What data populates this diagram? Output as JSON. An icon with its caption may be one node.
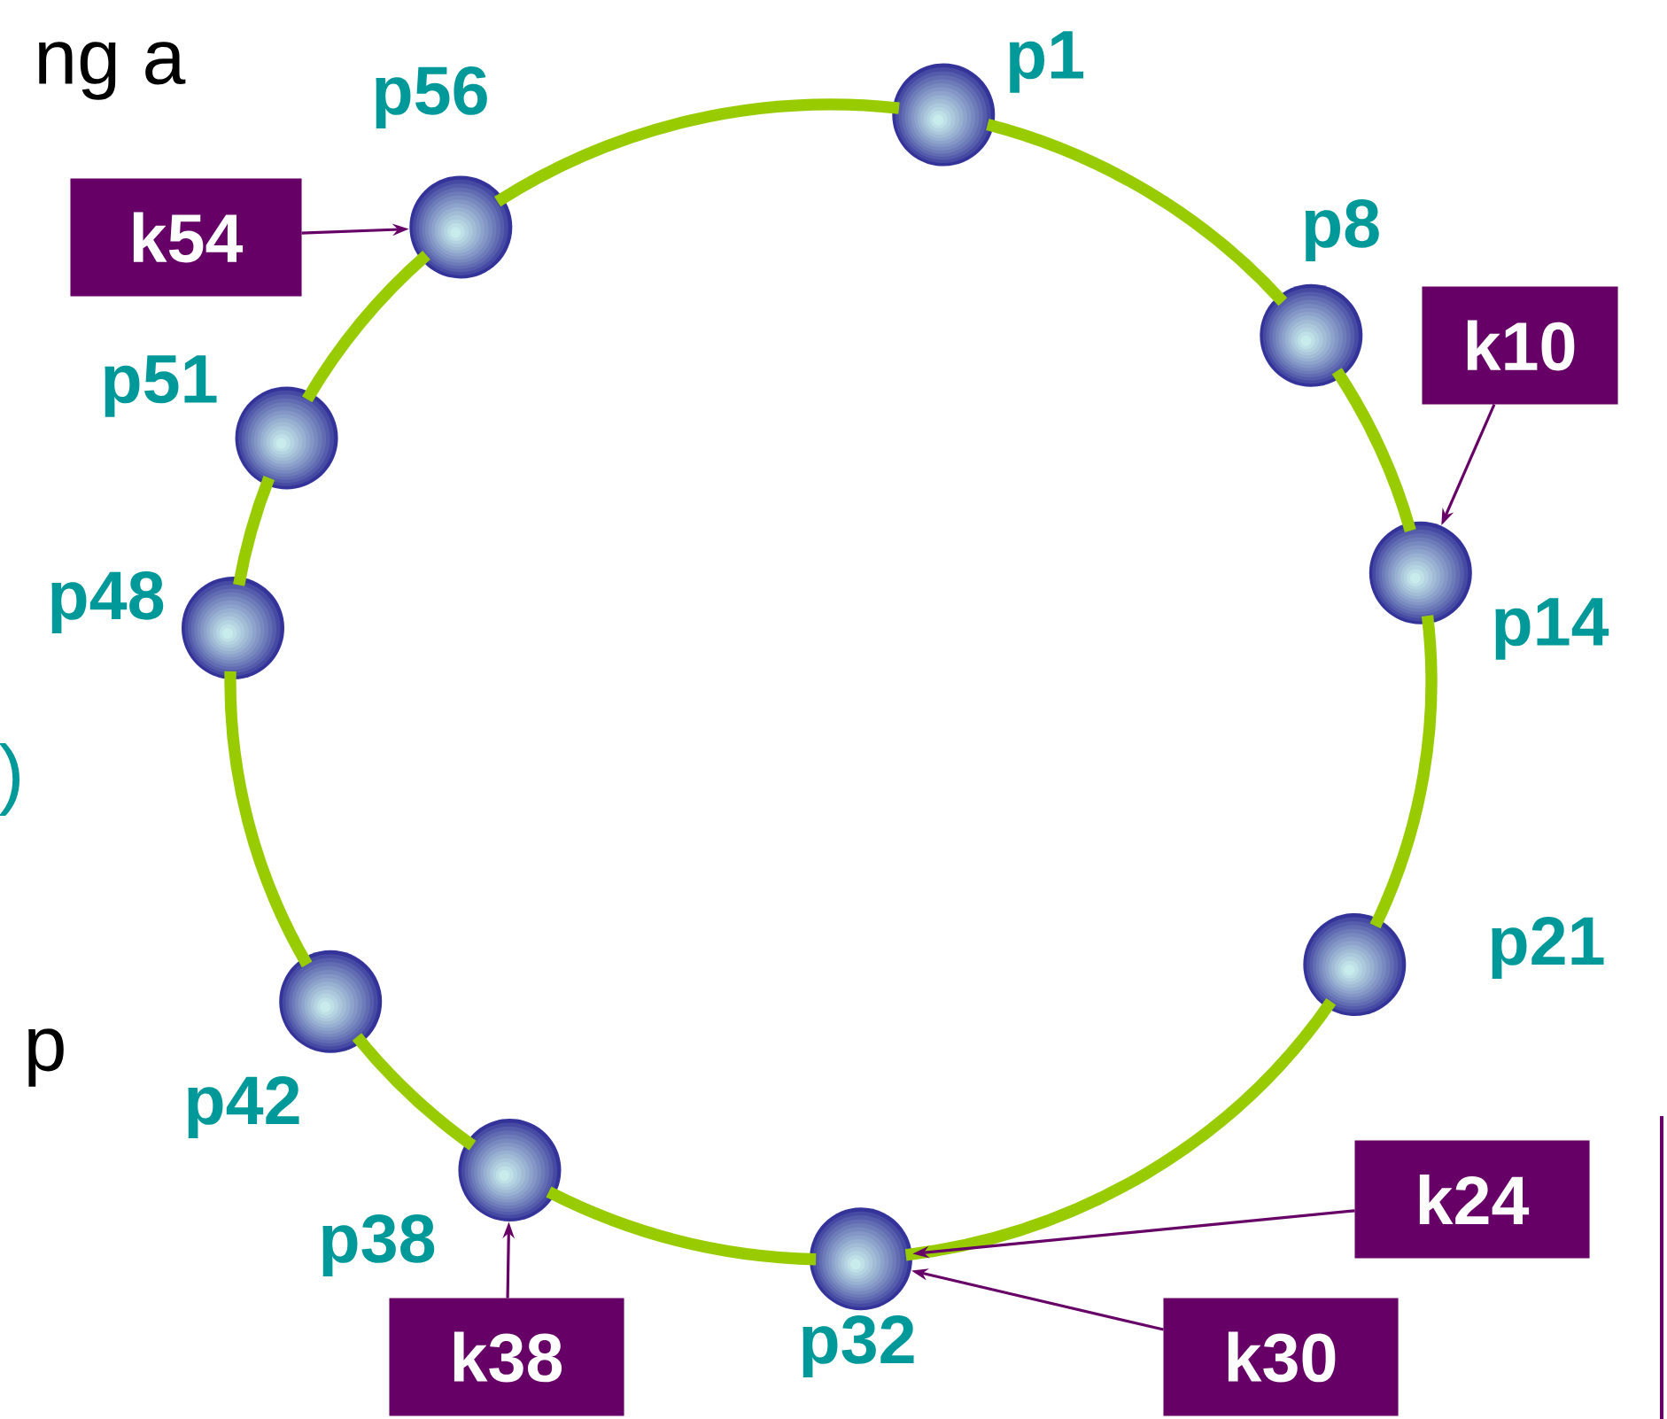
{
  "diagram": {
    "nodes": [
      {
        "text": [],
        "shape": "circle",
        "beside": [
          "p1"
        ]
      },
      {
        "text": [],
        "shape": "circle",
        "beside": [
          "p8"
        ]
      },
      {
        "text": [],
        "shape": "circle",
        "beside": [
          "p14"
        ]
      },
      {
        "text": [],
        "shape": "circle",
        "beside": [
          "p21"
        ]
      },
      {
        "text": [],
        "shape": "circle",
        "beside": [
          "p32"
        ]
      },
      {
        "text": [],
        "shape": "circle",
        "beside": [
          "p38"
        ]
      },
      {
        "text": [],
        "shape": "circle",
        "beside": [
          "p42"
        ]
      },
      {
        "text": [],
        "shape": "circle",
        "beside": [
          "p48"
        ]
      },
      {
        "text": [],
        "shape": "circle",
        "beside": [
          "p51"
        ]
      },
      {
        "text": [],
        "shape": "circle",
        "beside": [
          "p56"
        ]
      },
      {
        "text": [
          "k54"
        ]
      },
      {
        "text": [
          "k10"
        ]
      },
      {
        "text": [
          "k24"
        ]
      },
      {
        "text": [
          "k30"
        ]
      },
      {
        "text": [
          "k38"
        ]
      }
    ],
    "edges": [
      {
        "from": 0,
        "to": 1,
        "arrow": "none"
      },
      {
        "from": 1,
        "to": 2,
        "arrow": "none"
      },
      {
        "from": 2,
        "to": 3,
        "arrow": "none"
      },
      {
        "from": 3,
        "to": 4,
        "arrow": "none"
      },
      {
        "from": 4,
        "to": 5,
        "arrow": "none"
      },
      {
        "from": 5,
        "to": 6,
        "arrow": "none"
      },
      {
        "from": 6,
        "to": 7,
        "arrow": "none"
      },
      {
        "from": 7,
        "to": 8,
        "arrow": "none"
      },
      {
        "from": 8,
        "to": 9,
        "arrow": "none"
      },
      {
        "from": 9,
        "to": 0,
        "arrow": "none"
      },
      {
        "from": 10,
        "to": 9,
        "arrow": "to",
        "color": "#660066"
      },
      {
        "from": 11,
        "to": 2,
        "arrow": "to",
        "color": "#660066"
      },
      {
        "from": 12,
        "to": 4,
        "arrow": "to",
        "color": "#660066"
      },
      {
        "from": 13,
        "to": 4,
        "arrow": "to",
        "color": "#660066"
      },
      {
        "from": 14,
        "to": 5,
        "arrow": "to",
        "color": "#660066"
      }
    ],
    "labels": [
      "ng a",
      ")",
      "p"
    ]
  }
}
